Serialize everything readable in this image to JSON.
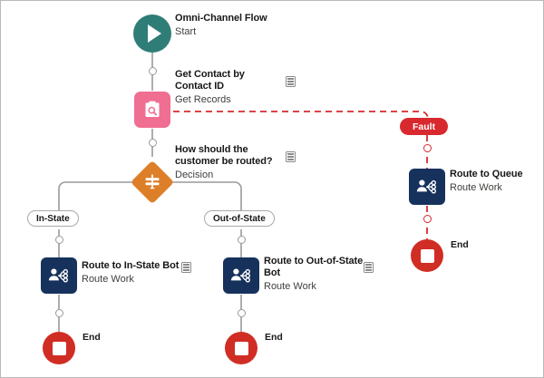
{
  "diagram": {
    "type": "flow-builder-canvas",
    "product": "Salesforce Flow Builder",
    "colors": {
      "start": "#2f7d77",
      "get_records": "#ef6e91",
      "decision": "#dd7f28",
      "route_work": "#16325c",
      "end": "#d02d24",
      "fault": "#d8292f",
      "connector": "#9a9a9a",
      "canvas_border": "#b9b9b9"
    }
  },
  "nodes": {
    "start": {
      "title": "Omni-Channel Flow",
      "subtitle": "Start",
      "icon": "play-icon"
    },
    "get_records": {
      "title": "Get Contact by Contact ID",
      "subtitle": "Get Records",
      "icon": "get-records-icon",
      "has_note": true
    },
    "decision": {
      "title": "How should the customer be routed?",
      "subtitle": "Decision",
      "icon": "decision-icon",
      "has_note": true
    },
    "route_in_state": {
      "title": "Route to In-State Bot",
      "subtitle": "Route Work",
      "icon": "route-work-icon",
      "has_note": true
    },
    "route_out_of_state": {
      "title": "Route to Out-of-State Bot",
      "subtitle": "Route Work",
      "icon": "route-work-icon",
      "has_note": true
    },
    "route_to_queue": {
      "title": "Route to Queue",
      "subtitle": "Route Work",
      "icon": "route-work-icon",
      "has_note": false
    },
    "end_in_state": {
      "label": "End",
      "icon": "end-stop-icon"
    },
    "end_out_of_state": {
      "label": "End",
      "icon": "end-stop-icon"
    },
    "end_fault": {
      "label": "End",
      "icon": "end-stop-icon"
    }
  },
  "branches": {
    "in_state": "In-State",
    "out_of_state": "Out-of-State",
    "fault": "Fault"
  }
}
